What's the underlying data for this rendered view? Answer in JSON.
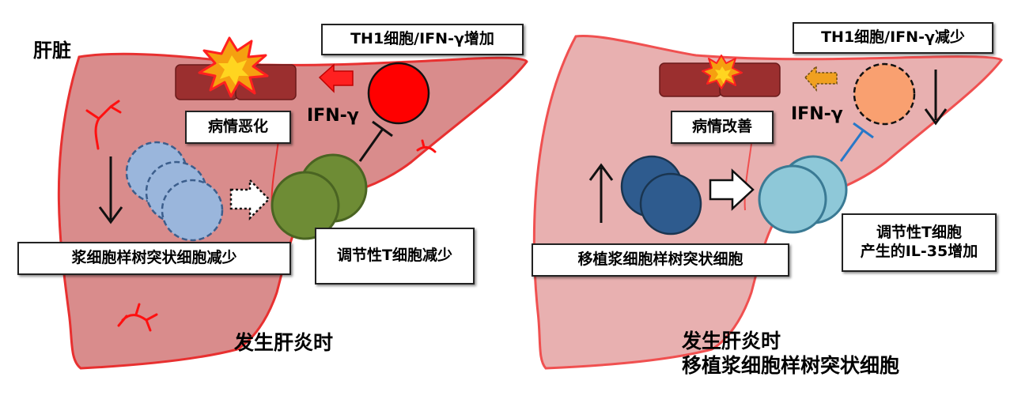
{
  "labels": {
    "organ": "肝脏",
    "left_th1": "TH1细胞/IFN-γ增加",
    "right_th1": "TH1细胞/IFN-γ减少",
    "left_ifn": "IFN-γ",
    "right_ifn": "IFN-γ",
    "left_condition": "病情恶化",
    "right_condition": "病情改善",
    "left_pdc": "浆细胞样树突状细胞减少",
    "right_pdc": "移植浆细胞样树突状细胞",
    "left_treg": "调节性T细胞减少",
    "right_treg_line1": "调节性T细胞",
    "right_treg_line2": "产生的IL-35增加",
    "left_caption": "发生肝炎时",
    "right_caption_line1": "发生肝炎时",
    "right_caption_line2": "移植浆细胞样树突状细胞"
  },
  "colors": {
    "liver_left_fill": "#d98c8c",
    "liver_right_fill": "#e8b0b0",
    "liver_outline": "#e83030",
    "tissue_block": "#9b2f2f",
    "th1_cell_left": "#ff0000",
    "th1_cell_right": "#f9a070",
    "treg_left": "#6e8c35",
    "treg_right": "#8ec8d8",
    "pdc_left": "#9ab6dc",
    "pdc_right": "#2e5b8e",
    "blocker_right": "#2878c8",
    "arrow_red": "#ff2020",
    "arrow_orange": "#f0a020"
  }
}
